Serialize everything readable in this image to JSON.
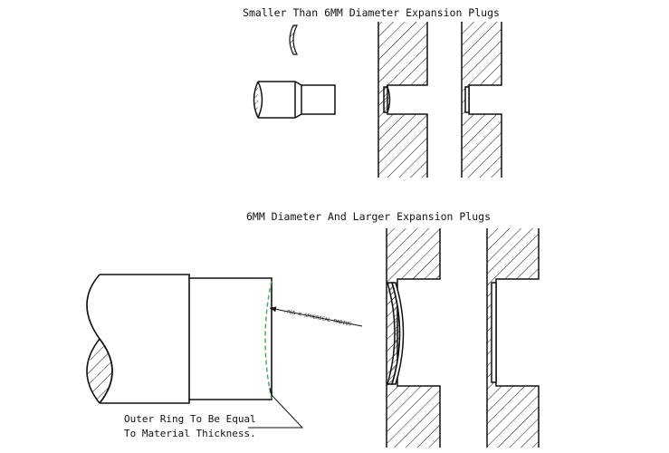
{
  "top_section": {
    "title": "Smaller Than 6MM Diameter Expansion Plugs"
  },
  "bottom_section": {
    "title": "6MM Diameter And Larger Expansion Plugs",
    "radius_label": ".765 X SPHERICAL RADIUS",
    "note_line1": "Outer Ring To Be Equal",
    "note_line2": "To Material Thickness."
  },
  "colors": {
    "line": "#111111",
    "arc_dashed": "#3cb043",
    "background": "#ffffff"
  }
}
